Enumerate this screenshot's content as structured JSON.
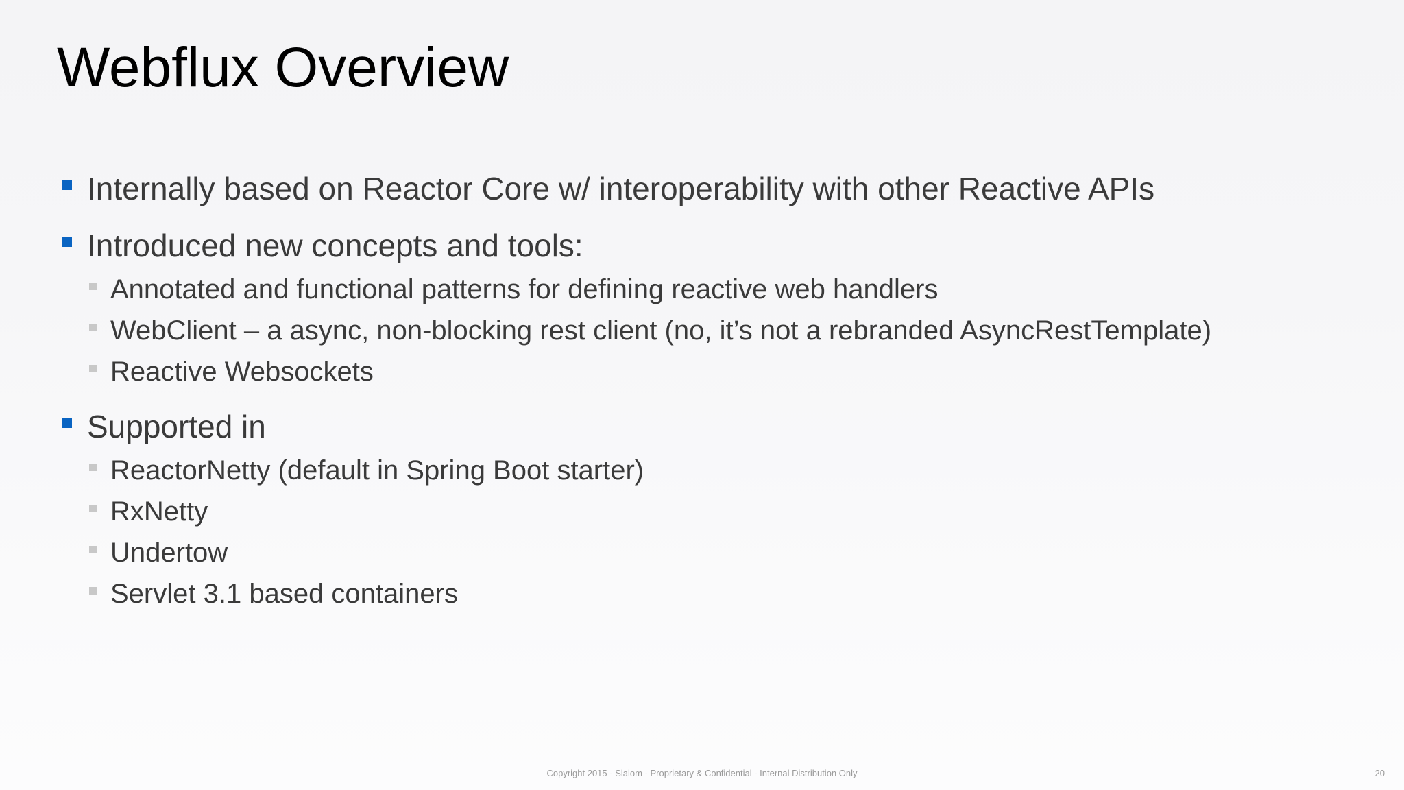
{
  "slide": {
    "title": "Webflux Overview",
    "bullets": [
      {
        "text": "Internally based on Reactor Core w/ interoperability with other Reactive APIs",
        "children": []
      },
      {
        "text": "Introduced new concepts and tools:",
        "children": [
          "Annotated and functional patterns for defining reactive web handlers",
          "WebClient – a async, non-blocking rest client (no, it’s not a rebranded AsyncRestTemplate)",
          "Reactive Websockets"
        ]
      },
      {
        "text": "Supported in",
        "children": [
          "ReactorNetty (default in Spring Boot starter)",
          "RxNetty",
          "Undertow",
          "Servlet 3.1 based containers"
        ]
      }
    ],
    "footer": "Copyright 2015 - Slalom - Proprietary & Confidential - Internal Distribution Only",
    "page_number": "20"
  },
  "colors": {
    "level1_bullet": "#0a64c2",
    "level2_bullet": "#c8c8c8",
    "title_text": "#000000",
    "body_text": "#3a3a3a",
    "footer_text": "#9a9a9a"
  }
}
